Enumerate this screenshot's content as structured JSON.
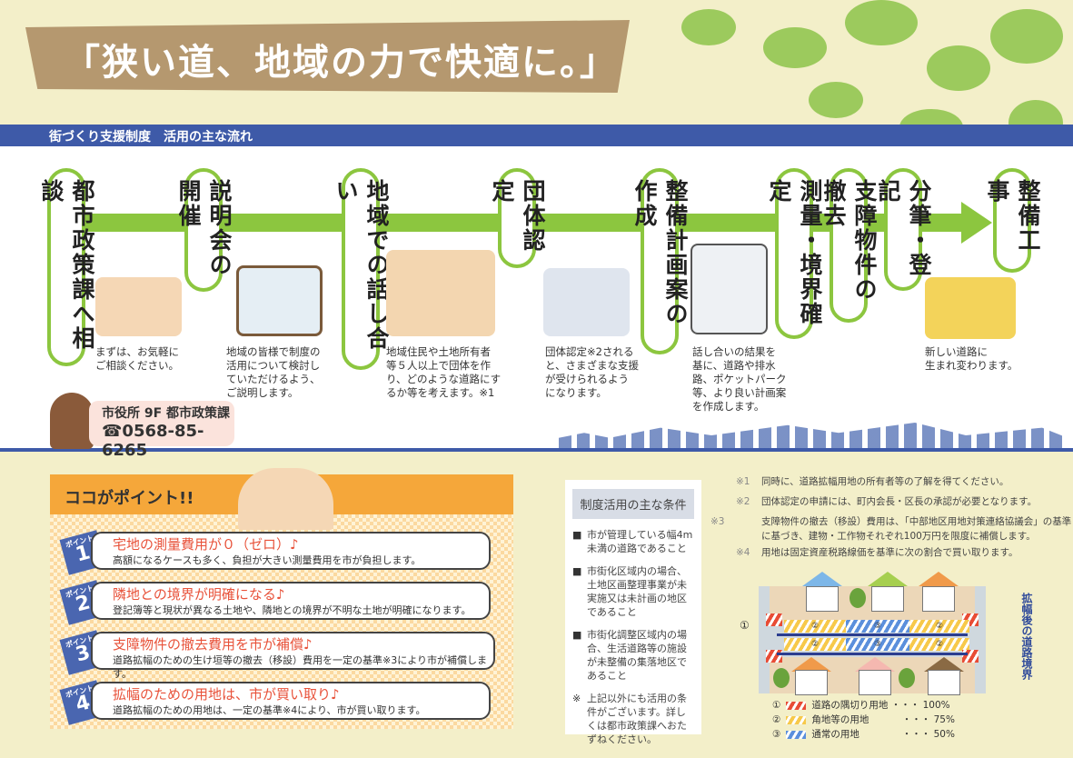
{
  "title": "「狭い道、地域の力で快適に。」",
  "section_band": "街づくり支援制度　活用の主な流れ",
  "steps": [
    {
      "label": "都市政策課へ相談",
      "desc": "まずは、お気軽に\nご相談ください。"
    },
    {
      "label": "説明会の開催",
      "desc": "地域の皆様で制度の\n活用について検討し\nていただけるよう、\nご説明します。"
    },
    {
      "label": "地域での話し合い",
      "desc": "地域住民や土地所有者\n等５人以上で団体を作\nり、どのような道路にす\nるか等を考えます。※1"
    },
    {
      "label": "団体認定",
      "desc": "団体認定※2される\nと、さまざまな支援\nが受けられるよう\nになります。"
    },
    {
      "label": "整備計画案の作成",
      "desc": "話し合いの結果を\n基に、道路や排水\n路、ポケットパーク\n等、より良い計画案\nを作成します。"
    },
    {
      "label": "測量・境界確定"
    },
    {
      "label": "支障物件の撤去"
    },
    {
      "label": "分筆・登記"
    },
    {
      "label": "整備工事",
      "desc": "新しい道路に\n生まれ変わります。"
    }
  ],
  "contact": {
    "office": "市役所 9F 都市政策課",
    "phone": "☎0568-85-6265"
  },
  "points": {
    "heading": "ココがポイント!!",
    "badge_label": "ポイント",
    "items": [
      {
        "num": "1",
        "title": "宅地の測量費用が０（ゼロ）♪",
        "body": "高額になるケースも多く、負担が大きい測量費用を市が負担します。"
      },
      {
        "num": "2",
        "title": "隣地との境界が明確になる♪",
        "body": "登記簿等と現状が異なる土地や、隣地との境界が不明な土地が明確になります。"
      },
      {
        "num": "3",
        "title": "支障物件の撤去費用を市が補償♪",
        "body": "道路拡幅のための生け垣等の撤去（移設）費用を一定の基準※3により市が補償します。"
      },
      {
        "num": "4",
        "title": "拡幅のための用地は、市が買い取り♪",
        "body": "道路拡幅のための用地は、一定の基準※4により、市が買い取ります。"
      }
    ]
  },
  "conditions": {
    "heading": "制度活用の主な条件",
    "items": [
      "市が管理している幅4m未満の道路であること",
      "市街化区域内の場合、土地区画整理事業が未実施又は未計画の地区であること",
      "市街化調整区域内の場合、生活道路等の施設が未整備の集落地区であること"
    ],
    "note": "上記以外にも活用の条件がございます。詳しくは都市政策課へおたずねください。"
  },
  "footnotes": [
    {
      "mark": "※1",
      "text": "同時に、道路拡幅用地の所有者等の了解を得てください。"
    },
    {
      "mark": "※2",
      "text": "団体認定の申請には、町内会長・区長の承認が必要となります。"
    },
    {
      "mark": "※3",
      "text": "支障物件の撤去（移設）費用は、「中部地区用地対策連絡協議会」の基準に基づき、建物・工作物それぞれ100万円を限度に補償します。"
    },
    {
      "mark": "※4",
      "text": "用地は固定資産税路線価を基準に次の割合で買い取ります。"
    }
  ],
  "diagram": {
    "callout": "①",
    "boundary_label": "拡幅後の道路境界",
    "zone_labels": [
      "②",
      "③",
      "②"
    ],
    "legend": [
      {
        "num": "①",
        "label": "道路の隅切り用地",
        "rate": "・・・ 100%",
        "color": "#e84c35"
      },
      {
        "num": "②",
        "label": "角地等の用地",
        "rate": "・・・ 75%",
        "color": "#f7c94a"
      },
      {
        "num": "③",
        "label": "通常の用地",
        "rate": "・・・ 50%",
        "color": "#5b8fdc"
      }
    ]
  }
}
